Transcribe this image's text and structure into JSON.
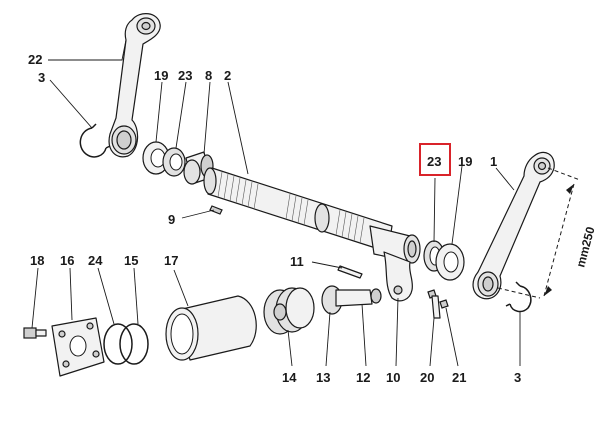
{
  "callouts": {
    "c22": "22",
    "c3_left": "3",
    "c19_top": "19",
    "c23_top": "23",
    "c8": "8",
    "c2": "2",
    "c23_boxed": "23",
    "c19_right": "19",
    "c1": "1",
    "c9": "9",
    "c11": "11",
    "c18": "18",
    "c16": "16",
    "c24": "24",
    "c15": "15",
    "c17": "17",
    "c14": "14",
    "c13": "13",
    "c12": "12",
    "c10": "10",
    "c20": "20",
    "c21": "21",
    "c3_right": "3"
  },
  "dimension_label": "mm250",
  "highlight_color": "#d9232a"
}
